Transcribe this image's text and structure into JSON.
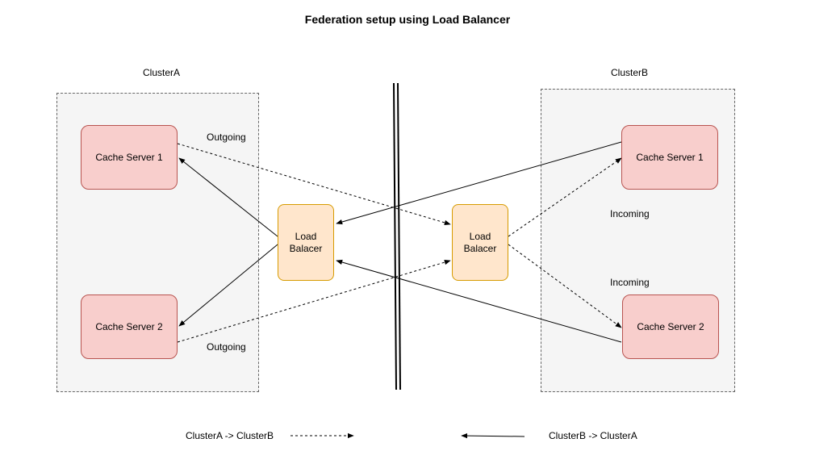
{
  "title": "Federation setup using Load Balancer",
  "clusters": {
    "a": {
      "label": "ClusterA",
      "server1": "Cache Server 1",
      "server2": "Cache Server 2",
      "load_balancer": "Load\nBalacer"
    },
    "b": {
      "label": "ClusterB",
      "server1": "Cache Server 1",
      "server2": "Cache Server 2",
      "load_balancer": "Load\nBalacer"
    }
  },
  "edge_labels": {
    "outgoing_top": "Outgoing",
    "outgoing_bottom": "Outgoing",
    "incoming_top": "Incoming",
    "incoming_bottom": "Incoming"
  },
  "legend": {
    "a_to_b": "ClusterA -> ClusterB",
    "b_to_a": "ClusterB -> ClusterA"
  },
  "colors": {
    "cluster_fill": "#f5f5f5",
    "server_fill": "#f8cecc",
    "server_stroke": "#b85450",
    "lb_fill": "#ffe6cc",
    "lb_stroke": "#d79b00"
  }
}
